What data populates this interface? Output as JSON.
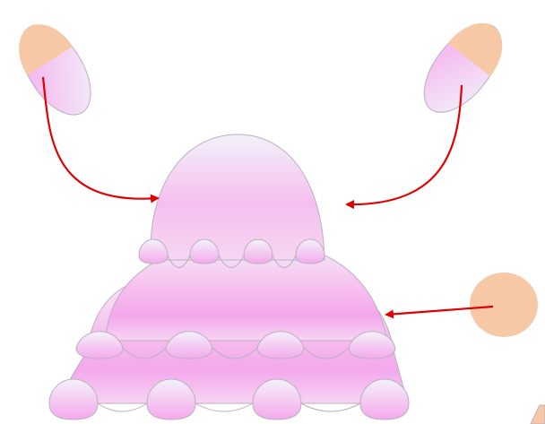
{
  "diagram": {
    "colors": {
      "background": "#ffffff",
      "shape_light": "#f3f1fa",
      "shape_pink": "#f7c2ee",
      "shape_magenta": "#f3a8ec",
      "skin": "#f6c8a6",
      "outline": "#b9b0c0",
      "arrow": "#e00000"
    },
    "parts": [
      "left-capsule",
      "right-capsule",
      "top-dome",
      "middle-tier",
      "bottom-tier",
      "skin-circle"
    ],
    "arrows": [
      {
        "from": "left-capsule",
        "to": "top-dome"
      },
      {
        "from": "right-capsule",
        "to": "top-dome"
      },
      {
        "from": "skin-circle",
        "to": "middle-tier"
      }
    ]
  }
}
